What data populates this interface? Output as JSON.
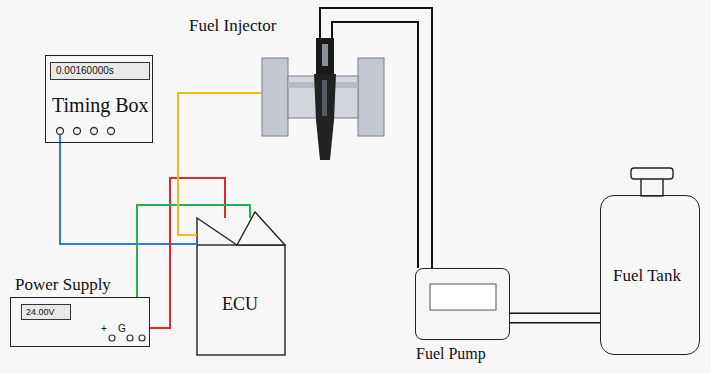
{
  "diagram": {
    "nodes": [
      {
        "text": [
          "Timing Box"
        ]
      },
      {
        "text": [
          "0.00160000s"
        ],
        "in": 0
      },
      {
        "text": [
          "Fuel Injector"
        ]
      },
      {
        "text": [
          "ECU"
        ]
      },
      {
        "text": [
          "Power Supply"
        ]
      },
      {
        "text": [
          "24.00V"
        ],
        "in": 4
      },
      {
        "text": [
          "Fuel Pump"
        ]
      },
      {
        "text": [
          "Fuel Tank"
        ]
      }
    ],
    "edges": [
      {
        "from": 0,
        "to": 3,
        "arrow": "none"
      },
      {
        "from": 4,
        "to": 3,
        "arrow": "none"
      },
      {
        "from": 4,
        "to": 3,
        "arrow": "none"
      },
      {
        "from": 3,
        "to": 2,
        "arrow": "none"
      },
      {
        "from": 2,
        "to": 6,
        "arrow": "none"
      },
      {
        "from": 2,
        "to": 6,
        "arrow": "none"
      },
      {
        "from": 6,
        "to": 7,
        "arrow": "none"
      }
    ],
    "labels": [
      "+",
      "G"
    ]
  }
}
